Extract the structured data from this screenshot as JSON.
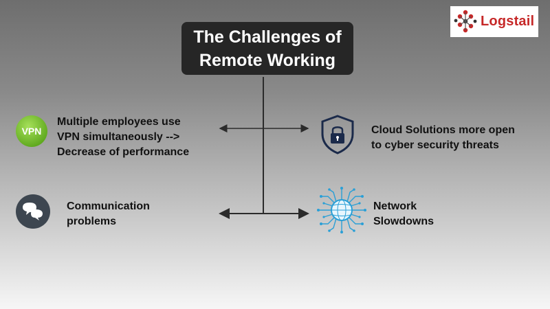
{
  "title": {
    "line1": "The Challenges of",
    "line2": "Remote Working"
  },
  "logo": {
    "text": "Logstail"
  },
  "challenges": [
    {
      "icon": "vpn-icon",
      "icon_text": "VPN",
      "lines": [
        "Multiple employees use",
        "VPN simultaneously -->",
        "Decrease of performance"
      ]
    },
    {
      "icon": "shield-lock-icon",
      "lines": [
        "Cloud Solutions more open",
        "to cyber security threats"
      ]
    },
    {
      "icon": "chat-bubbles-icon",
      "lines": [
        "Communication",
        "problems"
      ]
    },
    {
      "icon": "network-globe-icon",
      "lines": [
        "Network",
        "Slowdowns"
      ]
    }
  ],
  "colors": {
    "title_bg": "#262626",
    "vpn_green": "#7cc52a",
    "shield_navy": "#1b2a4a",
    "chat_dark": "#3d4650",
    "network_blue": "#2a9fd6",
    "logo_red": "#c62828"
  }
}
